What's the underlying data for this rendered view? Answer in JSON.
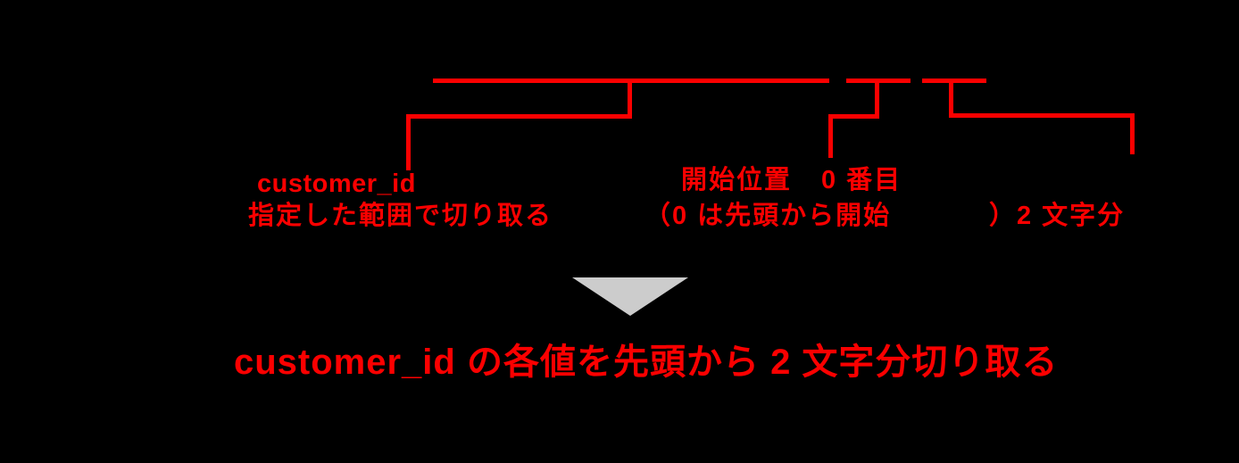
{
  "diagram": {
    "colors": {
      "background": "#000000",
      "accent_red": "#fb0000",
      "triangle_gray": "#cccccc"
    },
    "annotations": {
      "arg1_name": "customer_id",
      "arg1_desc": "指定した範囲で切り取る",
      "arg2_title": "開始位置",
      "arg2_value": "0 番目",
      "arg2_note": "（0 は先頭から開始",
      "arg3_label": "）2 文字分"
    },
    "icons": {
      "down_arrow": "triangle-down-icon"
    },
    "conclusion": "customer_id の各値を先頭から 2 文字分切り取る"
  }
}
